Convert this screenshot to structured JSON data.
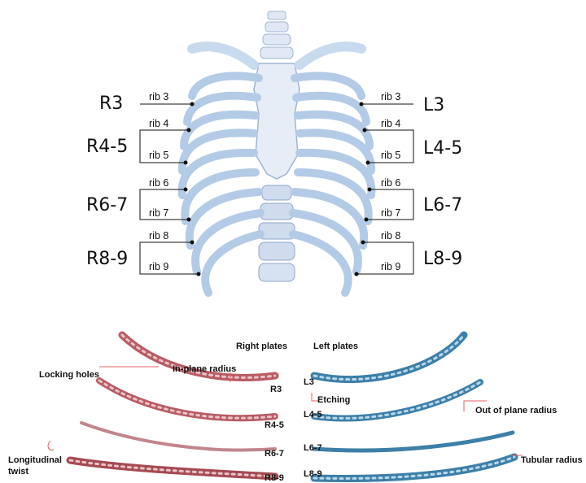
{
  "ribcage": {
    "right_groups": [
      {
        "name": "R3"
      },
      {
        "name": "R4-5"
      },
      {
        "name": "R6-7"
      },
      {
        "name": "R8-9"
      }
    ],
    "left_groups": [
      {
        "name": "L3"
      },
      {
        "name": "L4-5"
      },
      {
        "name": "L6-7"
      },
      {
        "name": "L8-9"
      }
    ],
    "rib_labels": [
      "rib 3",
      "rib 4",
      "rib 5",
      "rib 6",
      "rib 7",
      "rib 8",
      "rib 9"
    ],
    "colors": {
      "bone": "#bcd4ea",
      "bone_dark": "#7f9ec4",
      "spine": "#dfe8f4"
    }
  },
  "plates": {
    "right_title": "Right plates",
    "left_title": "Left plates",
    "right_labels": [
      "R3",
      "R4-5",
      "R6-7",
      "R8-9"
    ],
    "left_labels": [
      "L3",
      "L4-5",
      "L6-7",
      "L8-9"
    ],
    "annotations": {
      "locking_holes": "Locking holes",
      "in_plane_radius": "In-plane radius",
      "etching": "Etching",
      "out_of_plane_radius": "Out of plane radius",
      "longitudinal": "Longitudinal",
      "twist": "twist",
      "tubular_radius": "Tubular radius"
    },
    "colors": {
      "right_plate": "#b85c63",
      "left_plate": "#3d7fa8",
      "leader": "#e06060"
    }
  }
}
